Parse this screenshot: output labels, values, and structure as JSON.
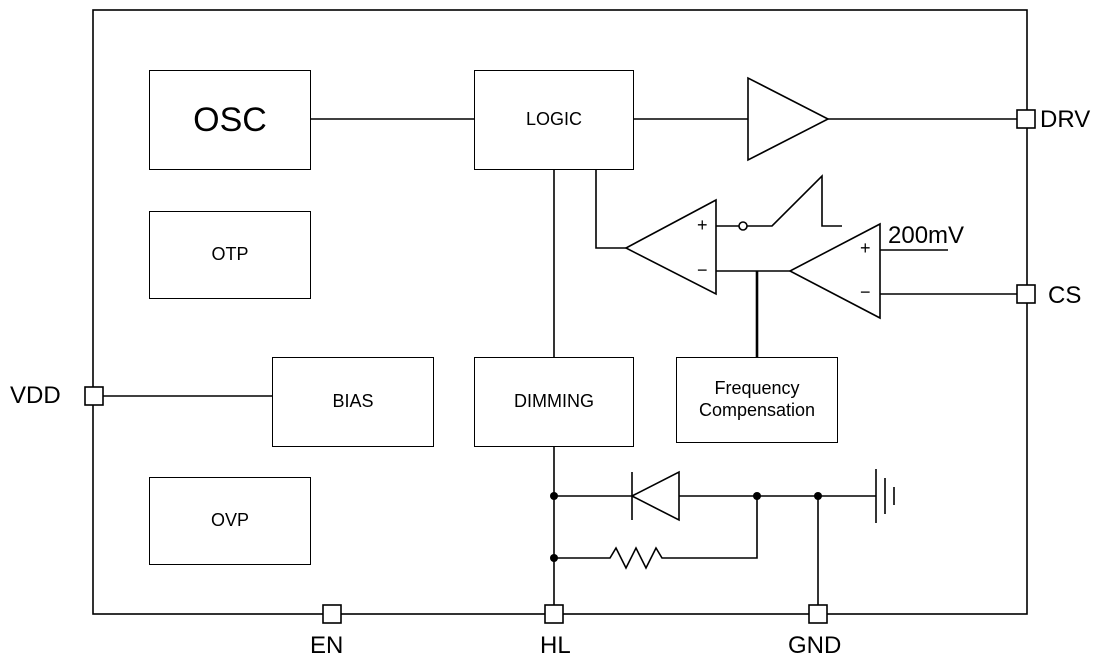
{
  "blocks": {
    "osc": "OSC",
    "logic": "LOGIC",
    "otp": "OTP",
    "bias": "BIAS",
    "dimming": "DIMMING",
    "freq_comp_line1": "Frequency",
    "freq_comp_line2": "Compensation",
    "ovp": "OVP"
  },
  "pins": {
    "drv": "DRV",
    "cs": "CS",
    "vdd": "VDD",
    "en": "EN",
    "hl": "HL",
    "gnd": "GND"
  },
  "reference": "200mV",
  "signs": {
    "plus": "+",
    "minus": "−"
  }
}
